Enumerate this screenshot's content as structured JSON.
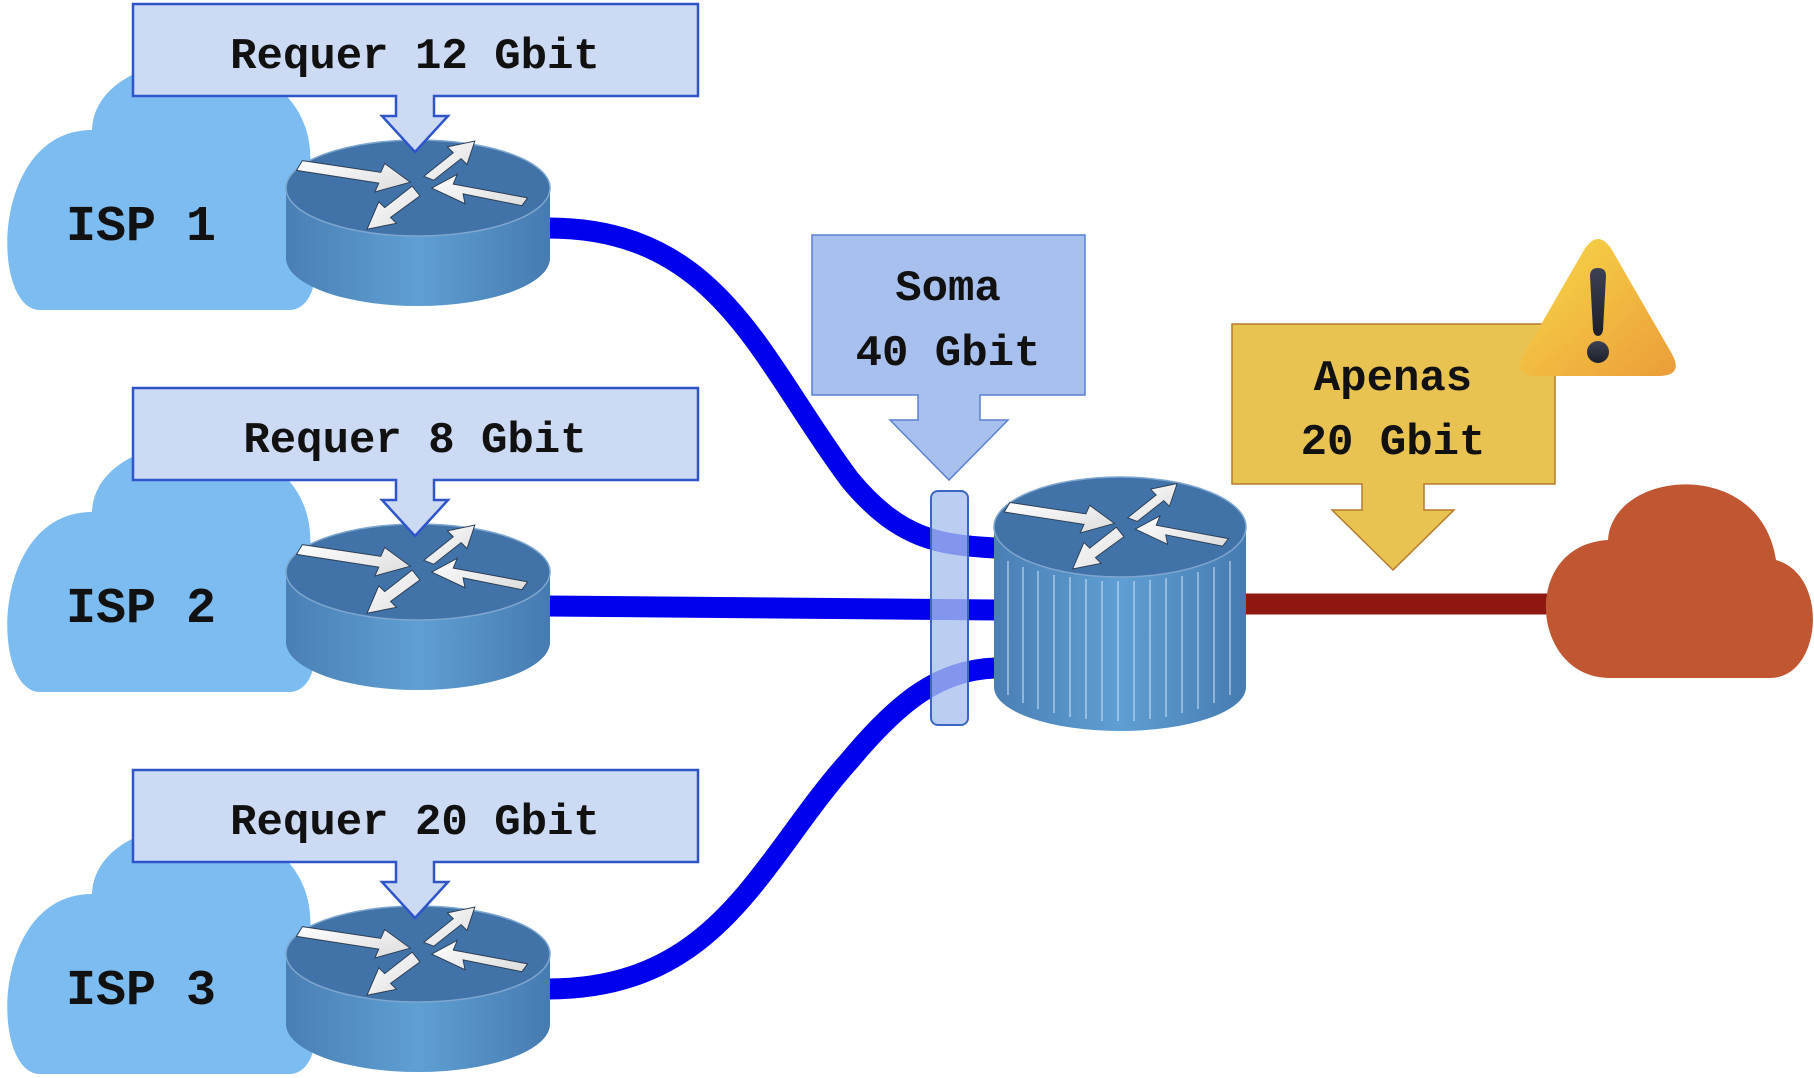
{
  "diagram": {
    "isps": [
      {
        "name": "ISP 1",
        "requirement": "Requer 12 Gbit"
      },
      {
        "name": "ISP 2",
        "requirement": "Requer 8 Gbit"
      },
      {
        "name": "ISP 3",
        "requirement": "Requer 20 Gbit"
      }
    ],
    "sum_label": {
      "line1": "Soma",
      "line2": "40 Gbit"
    },
    "limit_label": {
      "line1": "Apenas",
      "line2": "20 Gbit"
    },
    "icons": {
      "isp_cloud": "cloud-icon",
      "router": "router-icon",
      "core_router": "core-router-icon",
      "internet_cloud": "cloud-icon",
      "warning": "warning-icon"
    },
    "colors": {
      "isp_cloud": "#7dbcf0",
      "label_box": "#ccdaf4",
      "label_border": "#2f55c8",
      "sum_box": "#a8c0ee",
      "limit_box": "#e8c352",
      "limit_border": "#b57b2d",
      "uplink": "#0000ee",
      "bottleneck_link": "#8e1810",
      "internet_cloud": "#c05632",
      "router_top": "#3f6fa6",
      "router_body": "#5a98cc"
    }
  }
}
